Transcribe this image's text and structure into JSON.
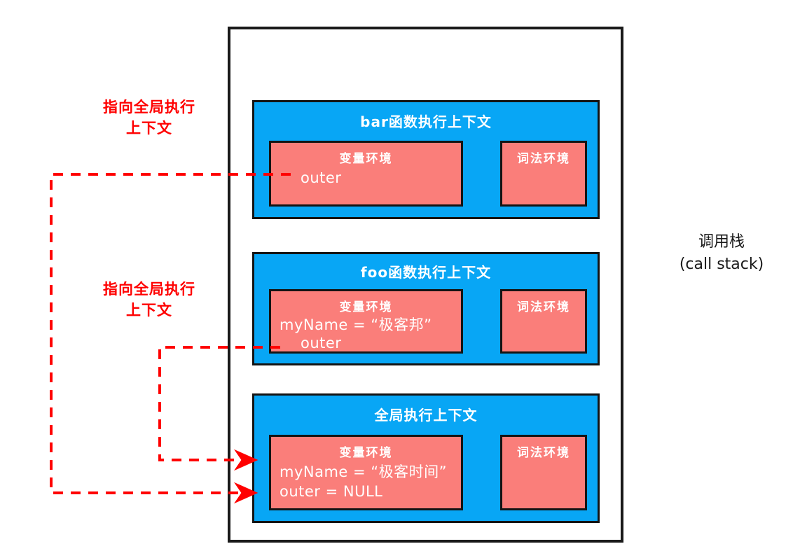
{
  "diagram": {
    "title_caption": "调用栈\n(call stack)",
    "colors": {
      "context_blue": "#08A6F5",
      "environment_pink": "#FA7E7A",
      "annotation_red": "#FF0000",
      "frame_black": "#1a1a1a",
      "text_white": "#ffffff"
    },
    "frame": {
      "name": "call-stack-frame"
    },
    "contexts": [
      {
        "id": "bar",
        "title": "bar函数执行上下文",
        "variable_environment": {
          "title": "变量环境",
          "lines": [
            "outer"
          ]
        },
        "lexical_environment": {
          "title": "词法环境",
          "lines": []
        }
      },
      {
        "id": "foo",
        "title": "foo函数执行上下文",
        "variable_environment": {
          "title": "变量环境",
          "lines": [
            "myName = “极客邦”",
            "outer"
          ]
        },
        "lexical_environment": {
          "title": "词法环境",
          "lines": []
        }
      },
      {
        "id": "global",
        "title": "全局执行上下文",
        "variable_environment": {
          "title": "变量环境",
          "lines": [
            "myName = “极客时间”",
            "outer = NULL"
          ]
        },
        "lexical_environment": {
          "title": "词法环境",
          "lines": []
        }
      }
    ],
    "annotations": [
      {
        "id": "note-bar-outer",
        "text": "指向全局执行\n上下文"
      },
      {
        "id": "note-foo-outer",
        "text": "指向全局执行\n上下文"
      }
    ]
  }
}
